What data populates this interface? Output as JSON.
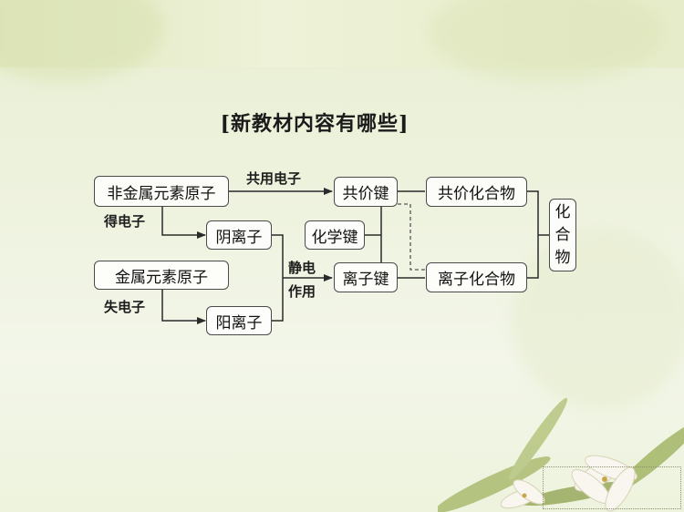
{
  "title": "[新教材内容有哪些]",
  "nodes": {
    "nonmetal_atom": "非金属元素原子",
    "metal_atom": "金属元素原子",
    "anion": "阴离子",
    "cation": "阳离子",
    "chemical_bond": "化学键",
    "covalent_bond": "共价键",
    "ionic_bond": "离子键",
    "covalent_compound": "共价化合物",
    "ionic_compound": "离子化合物",
    "compound": [
      "化",
      "合",
      "物"
    ]
  },
  "edge_labels": {
    "shared_electrons": "共用电子",
    "gain_electrons": "得电子",
    "lose_electrons": "失电子",
    "electrostatic_line1": "静电",
    "electrostatic_line2": "作用"
  },
  "colors": {
    "line": "#2b2b2b",
    "box_border": "#4a4a4a",
    "box_fill": "#ffffff",
    "dashed": "#555555"
  }
}
